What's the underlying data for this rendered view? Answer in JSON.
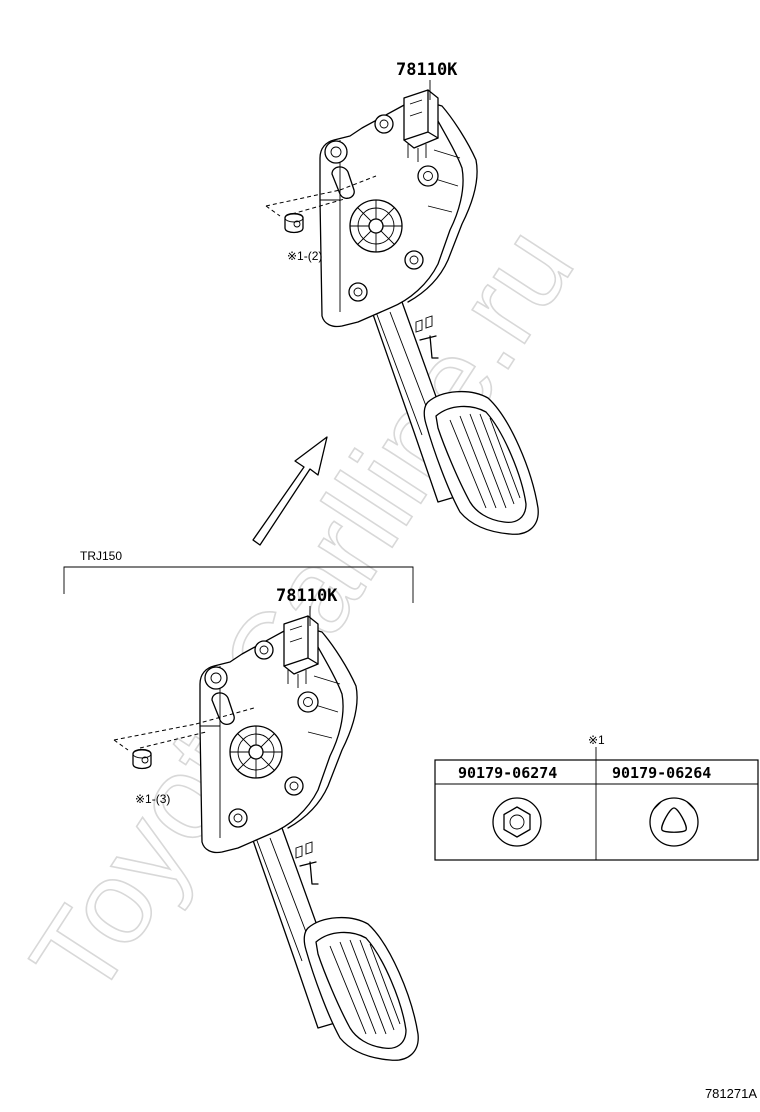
{
  "watermark": "ToyotaCarlline.ru",
  "top_assembly": {
    "part_number": "78110K",
    "fastener_label": "※1-(2)"
  },
  "bottom_assembly": {
    "group_label": "TRJ150",
    "part_number": "78110K",
    "fastener_label": "※1-(3)"
  },
  "fastener_table": {
    "marker": "※1",
    "columns": [
      {
        "part_number": "90179-06274",
        "nut_shape": "hex-nut"
      },
      {
        "part_number": "90179-06264",
        "nut_shape": "triangle-nut"
      }
    ]
  },
  "illustration_code": "781271A"
}
